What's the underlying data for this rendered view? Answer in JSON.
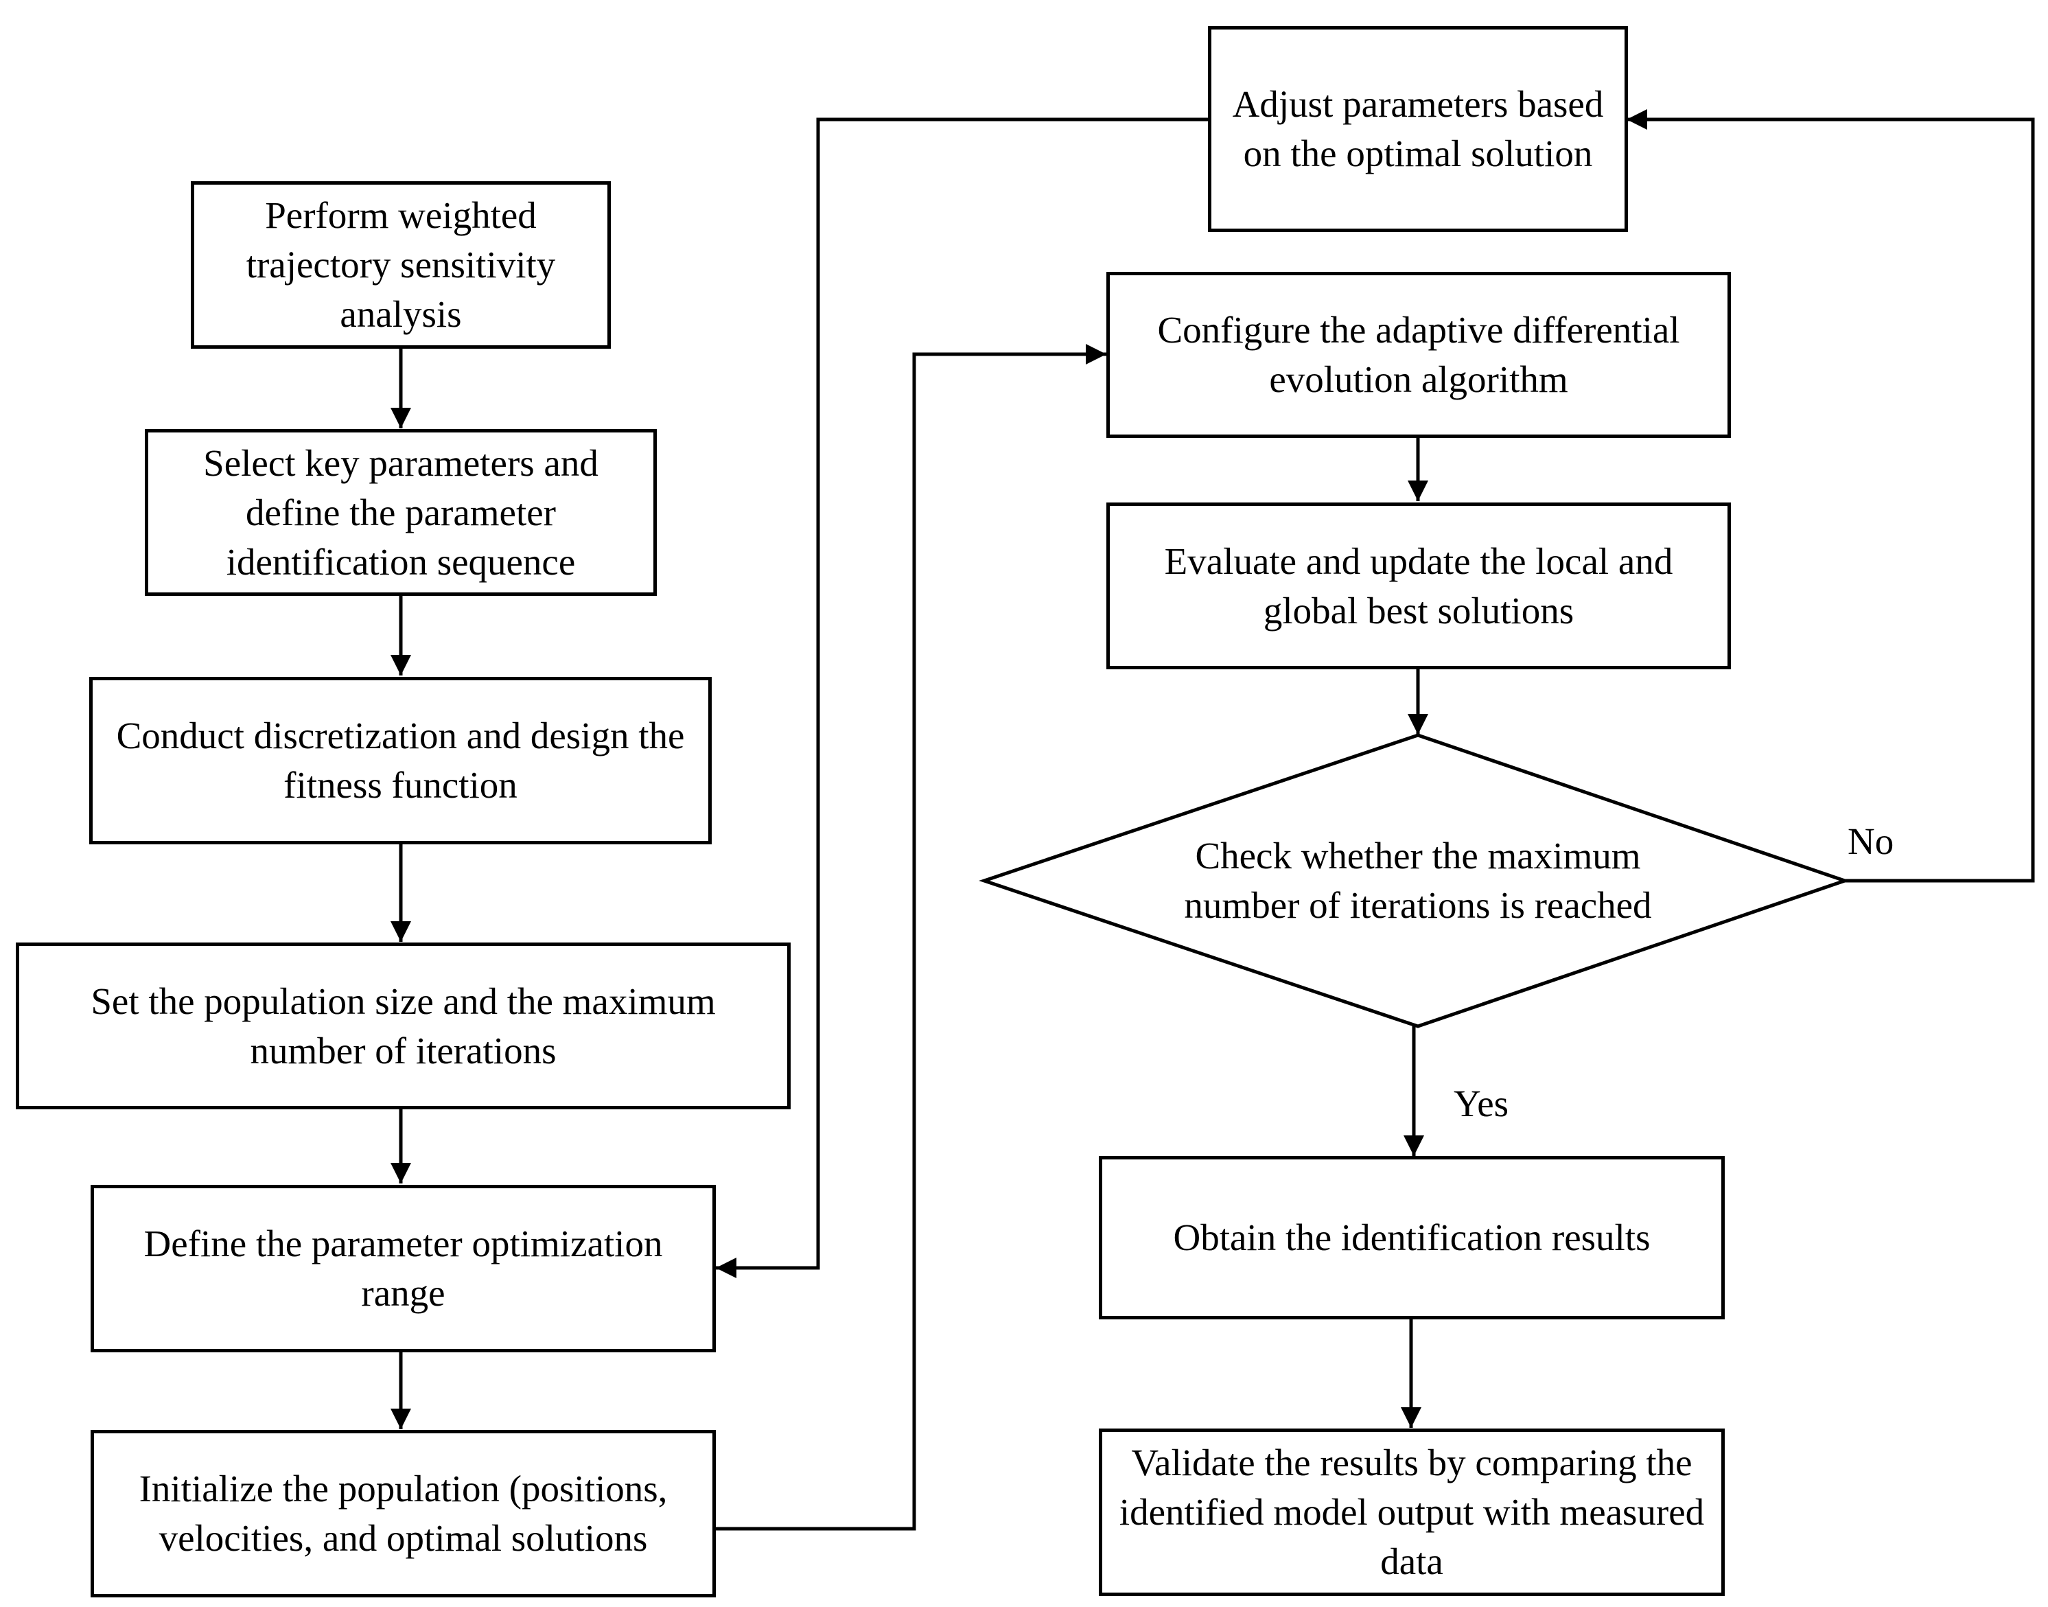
{
  "nodes": {
    "n1": "Perform weighted trajectory sensitivity analysis",
    "n2": "Select key parameters and define the parameter identification sequence",
    "n3": "Conduct discretization and design the fitness function",
    "n4": "Set the population size and the maximum number of iterations",
    "n5": "Define the parameter optimization range",
    "n6": "Initialize the population (positions, velocities, and optimal solutions",
    "n7": "Configure the adaptive differential evolution algorithm",
    "n8": "Evaluate and update the local and global best solutions",
    "n9": "Check whether the maximum number of iterations is reached",
    "n10": "Obtain the identification results",
    "n11": "Validate the results by comparing the identified model output with measured data",
    "n12": "Adjust parameters based on the optimal solution"
  },
  "edge_labels": {
    "no": "No",
    "yes": "Yes"
  }
}
